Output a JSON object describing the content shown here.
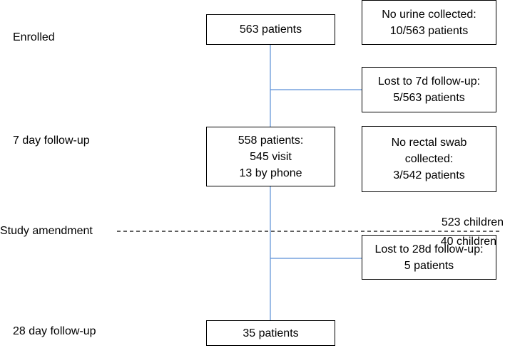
{
  "stages": {
    "enrolled": "Enrolled",
    "day7": "7 day follow-up",
    "amendment": "Study amendment",
    "day28": "28 day follow-up"
  },
  "main_boxes": {
    "enrolled": [
      "563 patients"
    ],
    "day7": [
      "558 patients:",
      "545 visit",
      "13 by phone"
    ],
    "day28": [
      "35 patients"
    ]
  },
  "side_boxes": {
    "no_urine": [
      "No urine collected:",
      "10/563 patients"
    ],
    "lost_7d": [
      "Lost to 7d follow-up:",
      "5/563 patients"
    ],
    "no_rectal_swab": [
      "No rectal swab",
      "collected:",
      "3/542 patients"
    ],
    "lost_28d": [
      "Lost to 28d follow-up:",
      "5 patients"
    ]
  },
  "amendment_notes": {
    "above": "523 children",
    "below": "40 children"
  },
  "colors": {
    "connector": "#5b8fd6",
    "box_border": "#000000",
    "dashed_line": "#000000"
  }
}
